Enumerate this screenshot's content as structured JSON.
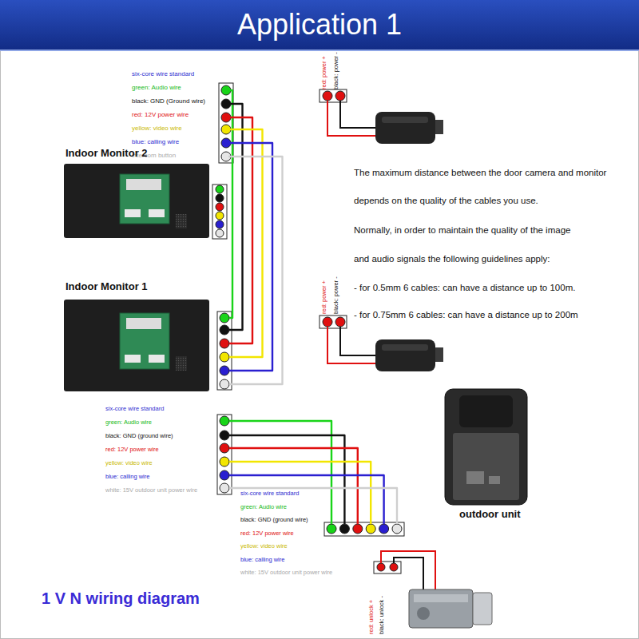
{
  "diagram": {
    "title": "Application 1",
    "nodes": [
      {
        "text": [
          "Indoor Monitor 2"
        ]
      },
      {
        "text": [
          "Indoor Monitor 1"
        ]
      },
      {
        "text": [
          "outdoor unit"
        ]
      }
    ],
    "edges": [
      {
        "from": 0,
        "to": 1,
        "arrow": "none"
      },
      {
        "from": 1,
        "to": 2,
        "arrow": "none"
      }
    ],
    "labels": [
      "six-core wire standard",
      "green: Audio wire",
      "black: GND (Ground wire)",
      "red: 12V power wire",
      "yellow: video wire",
      "blue: calling wire",
      "intercom button",
      "red: power +",
      "black: power -",
      "The maximum distance between the door camera and monitor",
      "depends on the quality of the cables you use.",
      "Normally, in order to maintain the quality of the image",
      "and audio signals the following guidelines apply:",
      "- for 0.5mm 6 cables: can have a distance up to 100m.",
      "- for 0.75mm 6 cables: can have a distance up to 200m",
      "red: power +",
      "black: power -",
      "six-core wire standard",
      "green: Audio wire",
      "black: GND (ground wire)",
      "red: 12V power wire",
      "yellow: video wire",
      "blue: calling wire",
      "white: 15V outdoor unit power wire",
      "six-core wire standard",
      "green: Audio wire",
      "black: GND (ground wire)",
      "red: 12V power wire",
      "yellow: video wire",
      "blue: calling wire",
      "white: 15V outdoor unit power wire",
      "red: unlock +",
      "black: unlock -",
      "1 V N wiring diagram"
    ]
  }
}
